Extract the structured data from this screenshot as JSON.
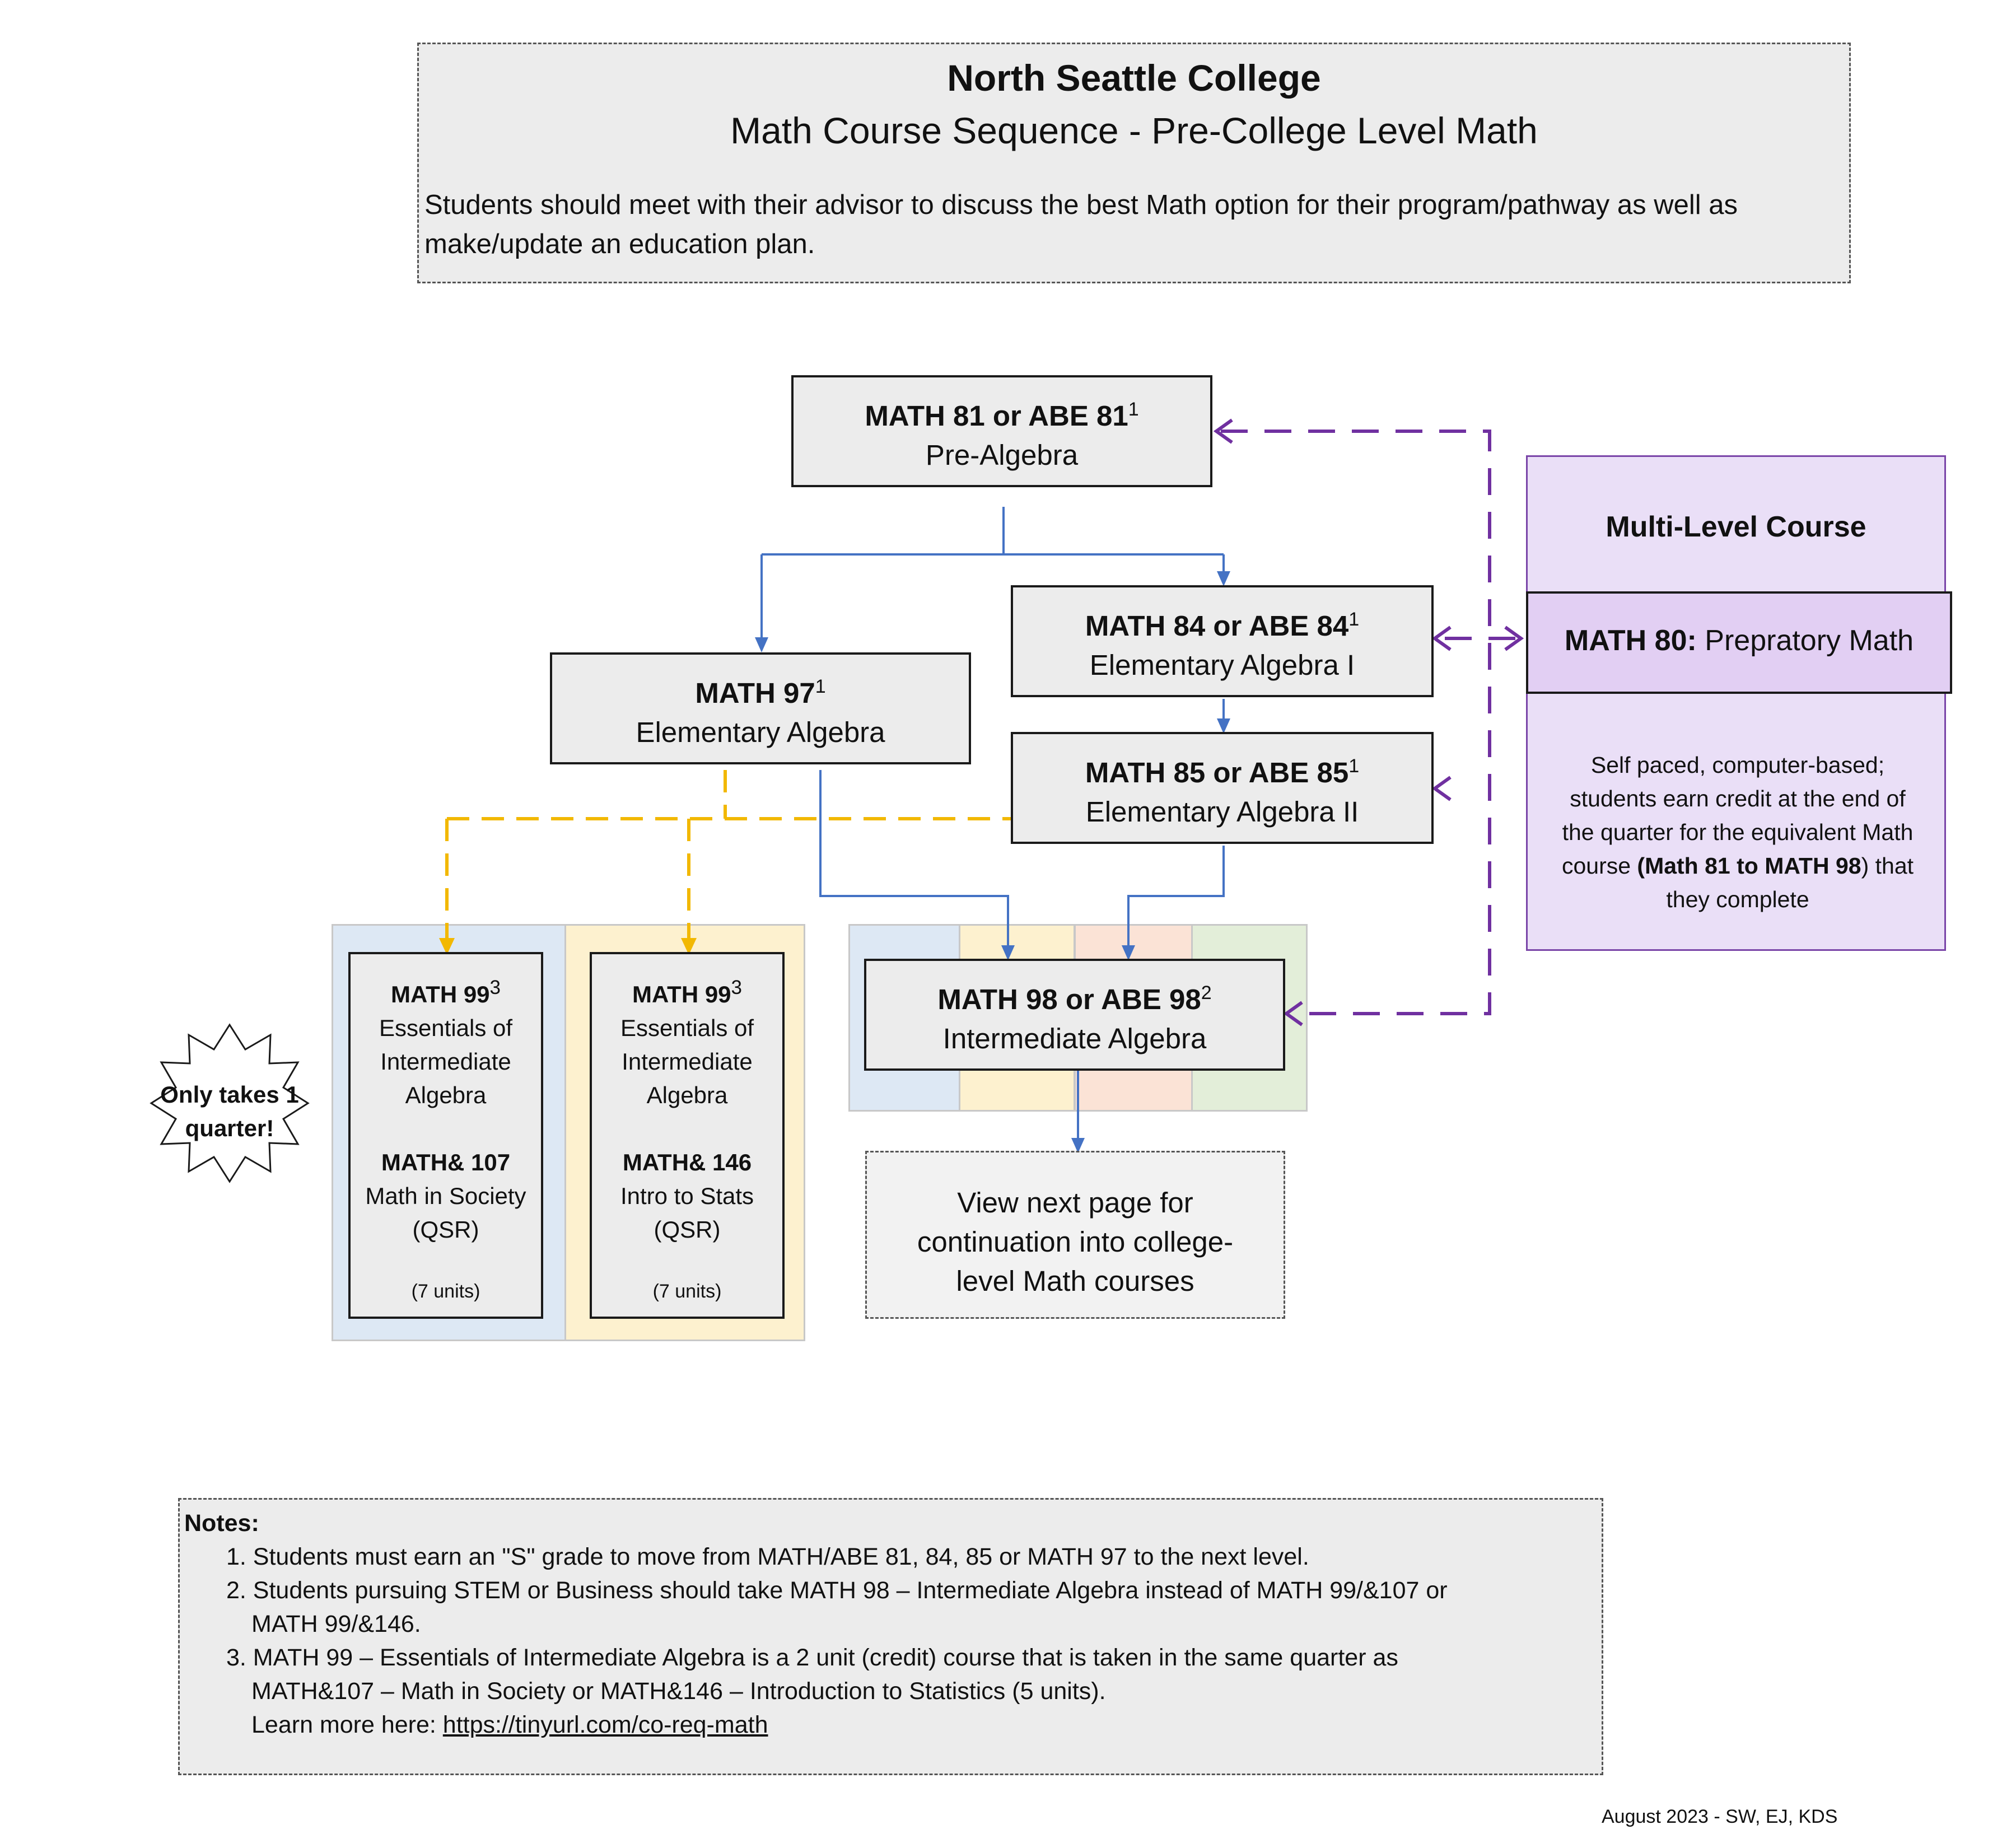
{
  "header": {
    "title": "North Seattle College",
    "subtitle": "Math Course Sequence - Pre-College Level Math",
    "description": "Students should meet with their advisor to discuss the best Math option for their program/pathway as well as make/update an education plan."
  },
  "courses": {
    "math81": {
      "code": "MATH 81 or ABE 81",
      "sup": "1",
      "name": "Pre-Algebra"
    },
    "math84": {
      "code": "MATH 84 or ABE 84",
      "sup": "1",
      "name": "Elementary Algebra I"
    },
    "math85": {
      "code": "MATH 85 or ABE 85",
      "sup": "1",
      "name": "Elementary Algebra II"
    },
    "math97": {
      "code": "MATH 97",
      "sup": "1",
      "name": "Elementary Algebra"
    },
    "math98": {
      "code": "MATH 98 or ABE 98",
      "sup": "2",
      "name": "Intermediate Algebra"
    },
    "coreq107": {
      "code": "MATH 99",
      "sup": "3",
      "line1": "Essentials of",
      "line2": "Intermediate",
      "line3": "Algebra",
      "code2": "MATH& 107",
      "name2": "Math in Society",
      "tag": "(QSR)",
      "units": "(7 units)"
    },
    "coreq146": {
      "code": "MATH 99",
      "sup": "3",
      "line1": "Essentials of",
      "line2": "Intermediate",
      "line3": "Algebra",
      "code2": "MATH& 146",
      "name2": "Intro to Stats",
      "tag": "(QSR)",
      "units": "(7 units)"
    }
  },
  "starburst": {
    "line1": "Only takes 1",
    "line2": "quarter!"
  },
  "multilevel": {
    "heading": "Multi-Level Course",
    "code": "MATH 80:",
    "name": "Prepratory Math",
    "desc1": "Self paced, computer-based;",
    "desc2": "students earn credit at the end of",
    "desc3": "the quarter for the equivalent Math",
    "desc4a": "course ",
    "desc4b": "(Math 81 to MATH 98",
    "desc4c": ") that",
    "desc5": "they complete"
  },
  "next_page": {
    "line1": "View next page for",
    "line2": "continuation into college-",
    "line3": "level Math courses"
  },
  "notes": {
    "title": "Notes:",
    "n1": "1. Students must earn an \"S\" grade to move from MATH/ABE 81, 84, 85 or MATH 97 to the next level.",
    "n2a": "2. Students pursuing STEM or Business should take MATH 98 – Intermediate Algebra instead of MATH 99/&107 or",
    "n2b": "MATH 99/&146.",
    "n3a": "3. MATH 99 – Essentials of Intermediate Algebra is a 2 unit (credit) course that is taken in the same quarter as",
    "n3b": "MATH&107 – Math in Society or MATH&146 – Introduction to Statistics (5 units).",
    "n3c_label": "Learn more here: ",
    "n3c_link": "https://tinyurl.com/co-req-math"
  },
  "footer": "August 2023 - SW, EJ, KDS",
  "colors": {
    "blue_arrow": "#4472c4",
    "yellow_arrow": "#f2b800",
    "purple_arrow": "#7030a0",
    "tile_blue": "#dde8f4",
    "tile_yellow": "#fdf1cf",
    "tile_orange": "#fbe3d6",
    "tile_green": "#e3eed9",
    "multilevel_bg": "#eadff7"
  }
}
